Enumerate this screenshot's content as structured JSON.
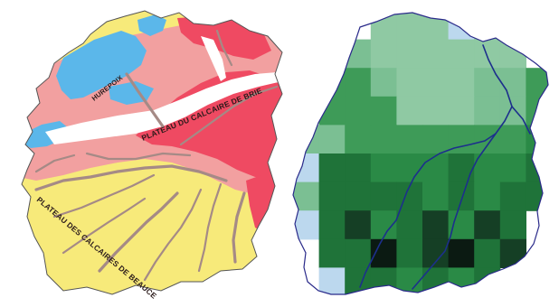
{
  "geology_map": {
    "labels": {
      "beauce": "PLATEAU DES CALCAIRES DE BEAUCE",
      "brie": "PLATEAU DU CALCAIRE DE BRIE",
      "hurepoix": "HUREPOIX"
    },
    "colors": {
      "calcaires_beauce": "#f7ea7a",
      "calcaire_brie": "#ef4a62",
      "sables": "#f2a0a0",
      "argiles": "#5bb7ea",
      "alluvions": "#ffffff",
      "vallees": "#a58a86",
      "outline": "#555555"
    }
  },
  "ndvi_map": {
    "legend": [],
    "colors": {
      "very_light": "#bcd8ee",
      "light": "#7bbf93",
      "medium": "#3e9b58",
      "medium_dark": "#2a8a46",
      "dark": "#1f7339",
      "very_dark": "#153f25",
      "black": "#0b1a12",
      "outline": "#2a2a8a",
      "river": "#1c2f8c"
    },
    "grid": [
      [
        null,
        null,
        null,
        "LL",
        "LL",
        "LL",
        "VL",
        "LL",
        null,
        null
      ],
      [
        null,
        "M",
        "L",
        "LL",
        "LL",
        "LL",
        "LL",
        "LL",
        "LL",
        null
      ],
      [
        null,
        "M",
        "M",
        "L",
        "LL",
        "LL",
        "LL",
        "L",
        "L",
        "M"
      ],
      [
        null,
        "M",
        "M",
        "M",
        "LL",
        "LL",
        "LL",
        "L",
        "L",
        "M"
      ],
      [
        "L",
        "L",
        "M",
        "M",
        "M",
        "M",
        "M",
        "M",
        "M",
        "MD"
      ],
      [
        "VL",
        "D",
        "D",
        "MD",
        "MD",
        "MD",
        "D",
        "MD",
        "MD",
        "D"
      ],
      [
        "L",
        "D",
        "D",
        "D",
        "D",
        "MD",
        "D",
        "MD",
        "D",
        "D"
      ],
      [
        "VL",
        "D",
        "VD",
        "MD",
        "D",
        "VD",
        "MD",
        "VD",
        "D",
        null
      ],
      [
        null,
        "D",
        "D",
        "B",
        "D",
        "VD",
        "B",
        "D",
        "VD",
        null
      ],
      [
        null,
        "VL",
        "D",
        "D",
        "MD",
        "D",
        "MD",
        "D",
        null,
        null
      ]
    ]
  }
}
